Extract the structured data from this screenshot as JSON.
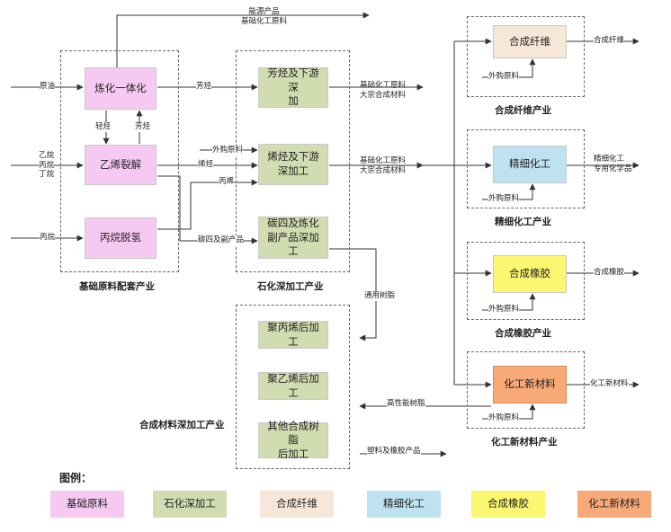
{
  "boxes": {
    "lianhua": "炼化一体化",
    "yixi": "乙烯裂解",
    "bingwan": "丙烷脱氢",
    "fangting": "芳烃及下游深\n加",
    "xiting": "烯烃及下游\n深加工",
    "tansi": "碳四及炼化\n副产品深加工",
    "pp": "聚丙烯后加工",
    "pe": "聚乙烯后加工",
    "other_resin": "其他合成树脂\n后加工",
    "fiber": "合成纤维",
    "fine": "精细化工",
    "rubber": "合成橡胶",
    "newmat": "化工新材料"
  },
  "groups": {
    "basic": "基础原料配套产业",
    "petro": "石化深加工产业",
    "resin": "合成材料深加工产业",
    "fiber": "合成纤维产业",
    "fine": "精细化工产业",
    "rubber": "合成橡胶产业",
    "newmat": "化工新材料产业"
  },
  "labels": {
    "top_energy": "能源产品\n基础化工原料",
    "crude": "原油",
    "ethane_group": "乙烷\n丙烷\n丁烷",
    "propane": "丙烷",
    "light_hc": "轻烃",
    "aromatics_up": "芳烃",
    "aromatics": "芳烃",
    "external_petro": "外购原料",
    "olefins": "烯烃",
    "propylene": "丙烯",
    "c4_byproduct": "碳四及副产品",
    "out_aromatics": "基础化工原料\n大宗合成材料",
    "out_olefins": "基础化工原料\n大宗合成材料",
    "general_resin": "通用树脂",
    "high_perf_resin": "高性能树脂",
    "plastic_rubber": "塑料及橡胶产品",
    "ext_fiber": "外购原料",
    "ext_fine": "外购原料",
    "ext_rubber": "外购原料",
    "ext_newmat": "外购原料",
    "out_fiber": "合成纤维",
    "out_fine": "精细化工\n专用化学品",
    "out_rubber": "合成橡胶",
    "out_newmat": "化工新材料"
  },
  "legend": {
    "title": "图例：",
    "items": [
      "基础原料",
      "石化深加工",
      "合成纤维",
      "精细化工",
      "合成橡胶",
      "化工新材料"
    ]
  },
  "colors": {
    "basic": "#f6c9f3",
    "petro": "#d1dcb0",
    "fiber": "#f6e7d8",
    "fine": "#bfe2f1",
    "rubber": "#fbf771",
    "newmat": "#f8a978",
    "line": "#333333"
  }
}
